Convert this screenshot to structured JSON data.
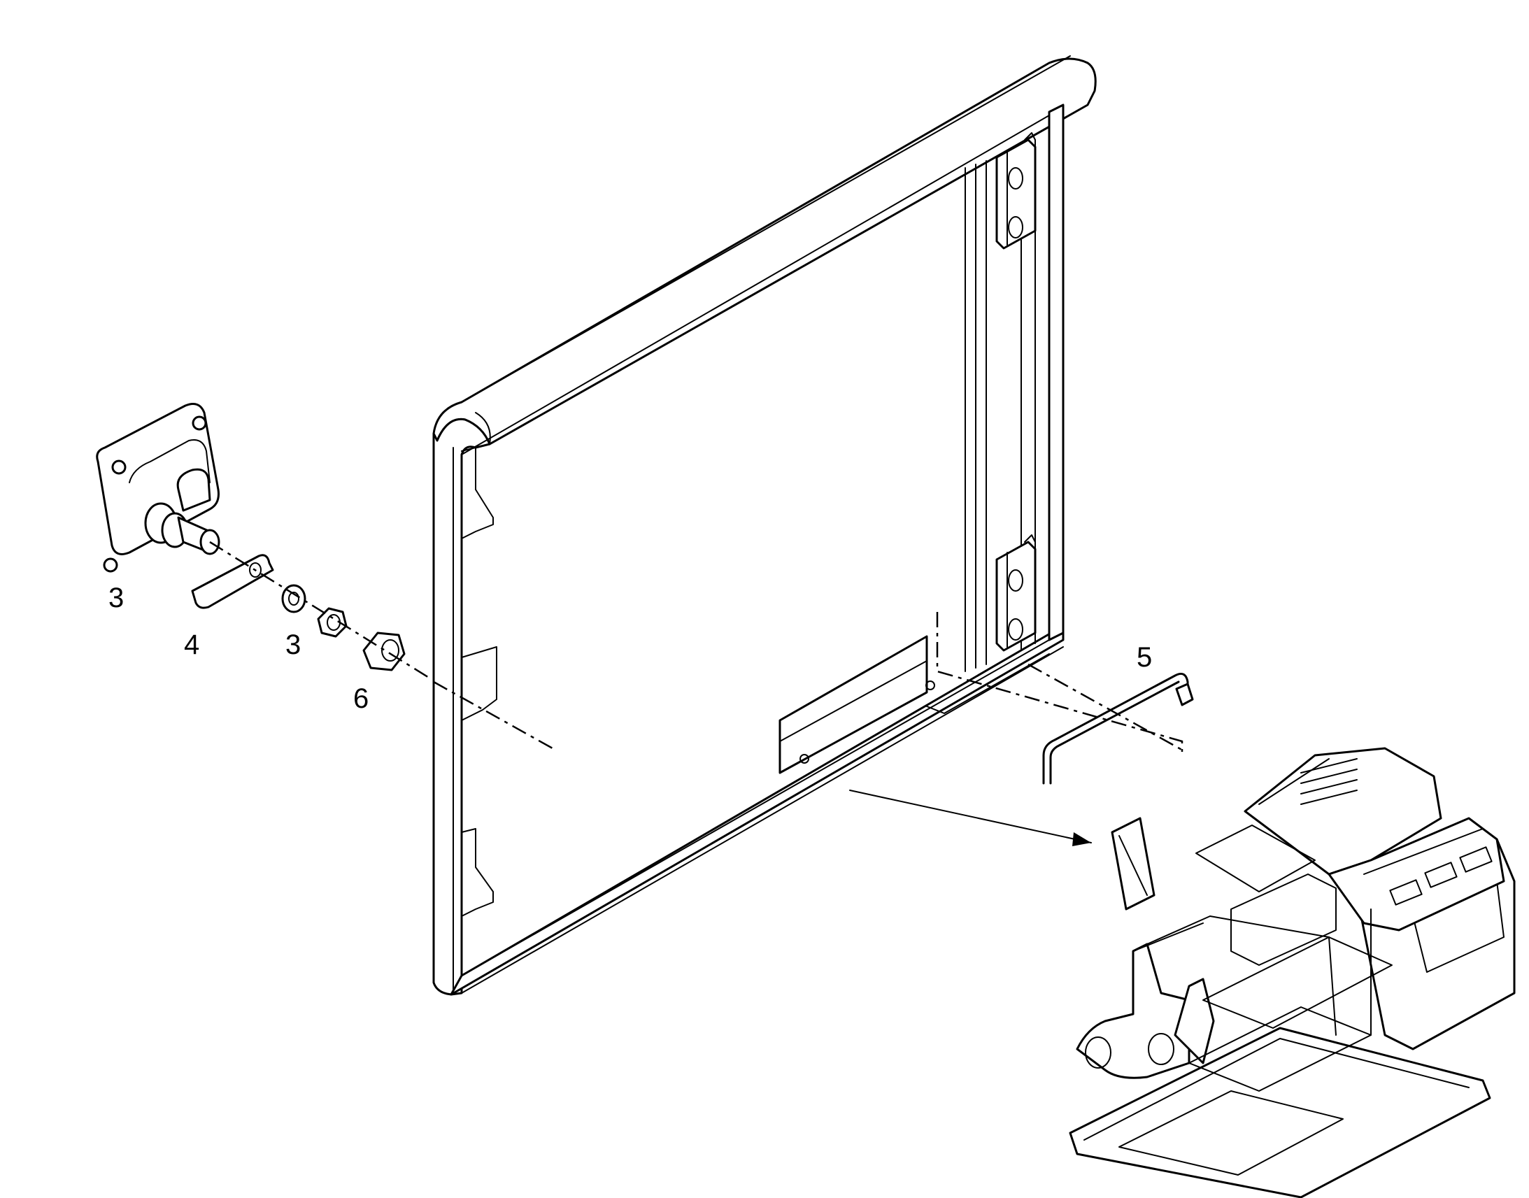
{
  "callouts": {
    "part_3_light": "3",
    "part_4_plate": "4",
    "part_3_washer": "3",
    "part_6_nut": "6",
    "part_5_rod": "5"
  },
  "icons": [
    "work-light-icon",
    "cab-panel-frame",
    "hinge-icon",
    "excavator-cab-icon"
  ]
}
